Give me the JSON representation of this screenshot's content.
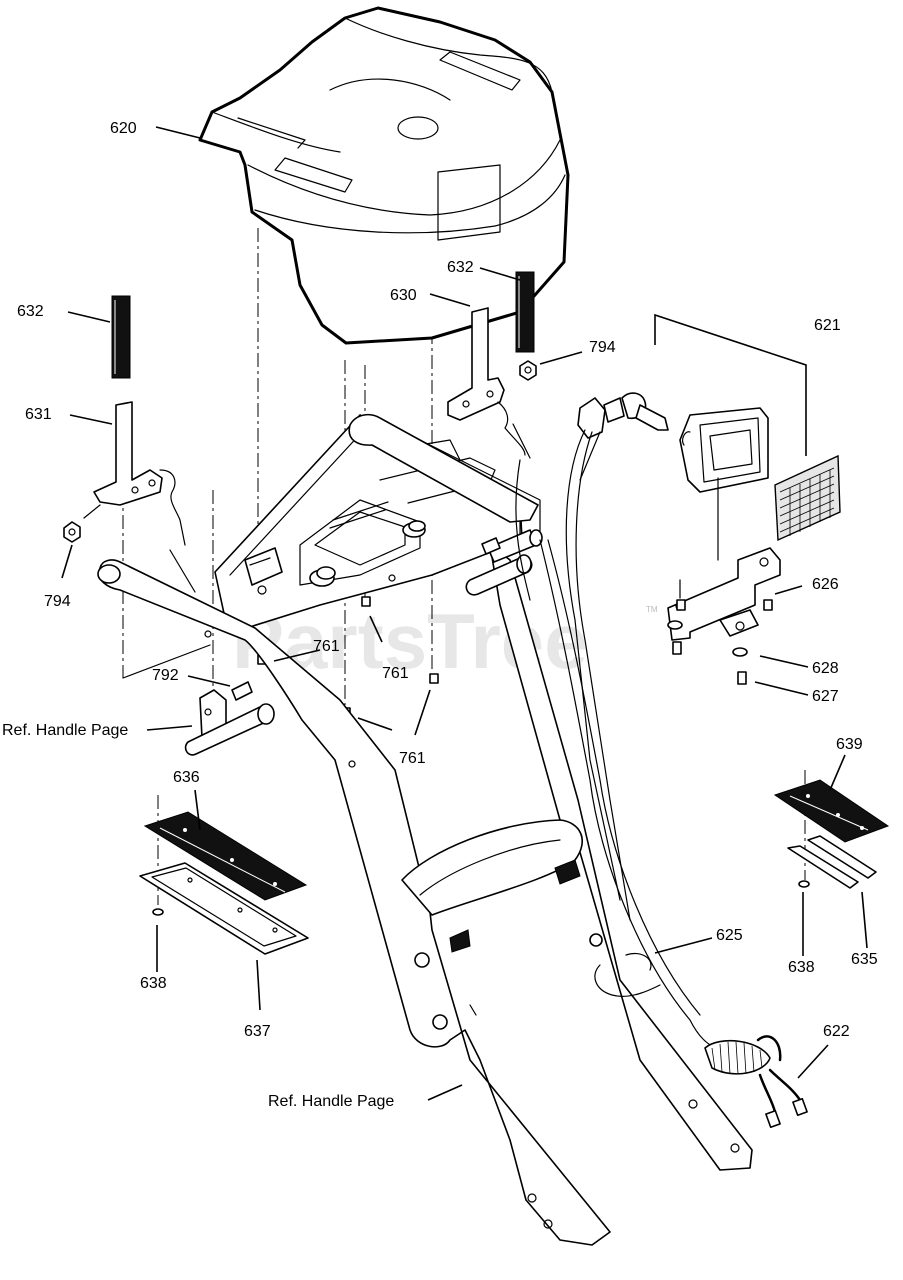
{
  "watermark": {
    "text": "PartsTree",
    "tm": "TM"
  },
  "callouts": {
    "c620": "620",
    "c632a": "632",
    "c632b": "632",
    "c630": "630",
    "c794a": "794",
    "c794b": "794",
    "c621": "621",
    "c631": "631",
    "c761a": "761",
    "c761b": "761",
    "c761c": "761",
    "c792": "792",
    "c626": "626",
    "c628": "628",
    "c627": "627",
    "c639": "639",
    "c636": "636",
    "c625": "625",
    "c638a": "638",
    "c638b": "638",
    "c635": "635",
    "c637": "637",
    "c622": "622",
    "ref_handle_a": "Ref. Handle Page",
    "ref_handle_b": "Ref. Handle Page"
  }
}
